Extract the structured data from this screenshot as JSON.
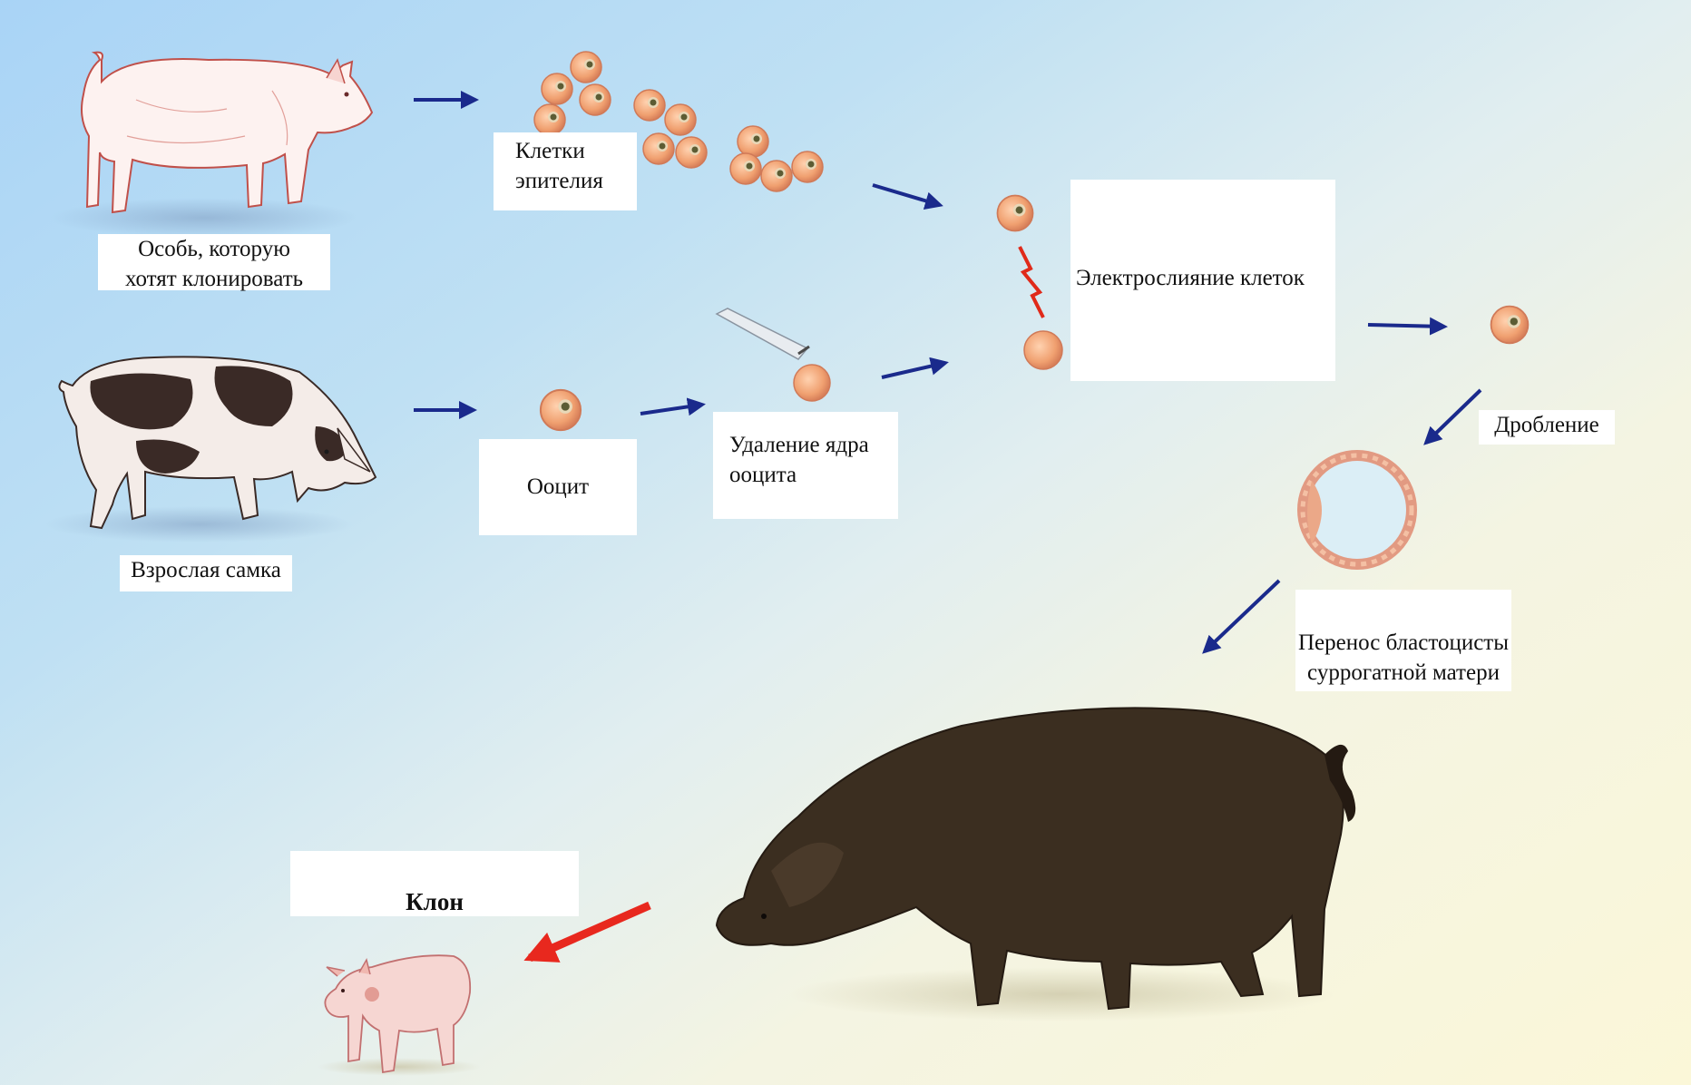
{
  "labels": {
    "donor": [
      "Особь, которую",
      "хотят клонировать"
    ],
    "epithelial": [
      "Клетки",
      "эпителия"
    ],
    "female": "Взрослая самка",
    "oocyte": "Ооцит",
    "enucleation": [
      "Удаление ядра",
      "ооцита"
    ],
    "electrofusion": "Электрослияние клеток",
    "cleavage": "Дробление",
    "transfer": [
      "Перенос бластоцисты",
      "суррогатной матери"
    ],
    "clone": "Клон"
  },
  "colors": {
    "arrow_blue": "#1a2a8c",
    "arrow_red": "#e8281e",
    "cell_fill": "#f0a070",
    "cell_nucleus": "#6a6a3a",
    "spark": "#e02a1a",
    "white_pig": "#fdf2f0",
    "spotted_pig": "#3a2a26",
    "surrogate_pig": "#3b2e20",
    "piglet": "#f6d6d2"
  }
}
